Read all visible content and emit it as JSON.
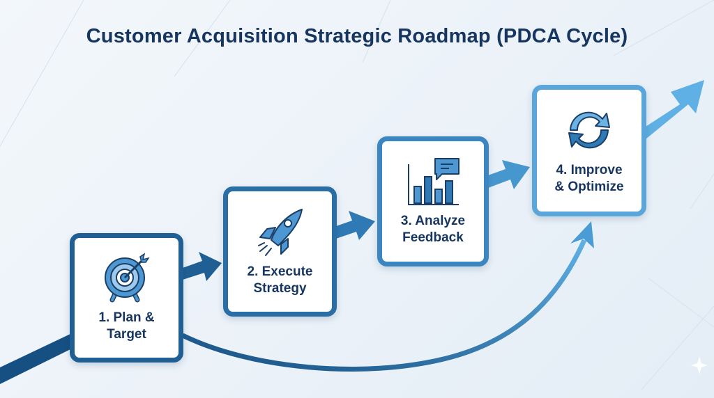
{
  "title": "Customer Acquisition Strategic Roadmap (PDCA Cycle)",
  "steps": [
    {
      "line1": "1. Plan &",
      "line2": "Target",
      "icon": "target-icon"
    },
    {
      "line1": "2. Execute",
      "line2": "Strategy",
      "icon": "rocket-icon"
    },
    {
      "line1": "3. Analyze",
      "line2": "Feedback",
      "icon": "bar-chart-feedback-icon"
    },
    {
      "line1": "4. Improve",
      "line2": "& Optimize",
      "icon": "refresh-cycle-icon"
    }
  ],
  "colors": {
    "title": "#17365f",
    "step1": "#1f5f93",
    "step2": "#2a6ea6",
    "step3": "#3b86c0",
    "step4": "#5aa6da"
  }
}
